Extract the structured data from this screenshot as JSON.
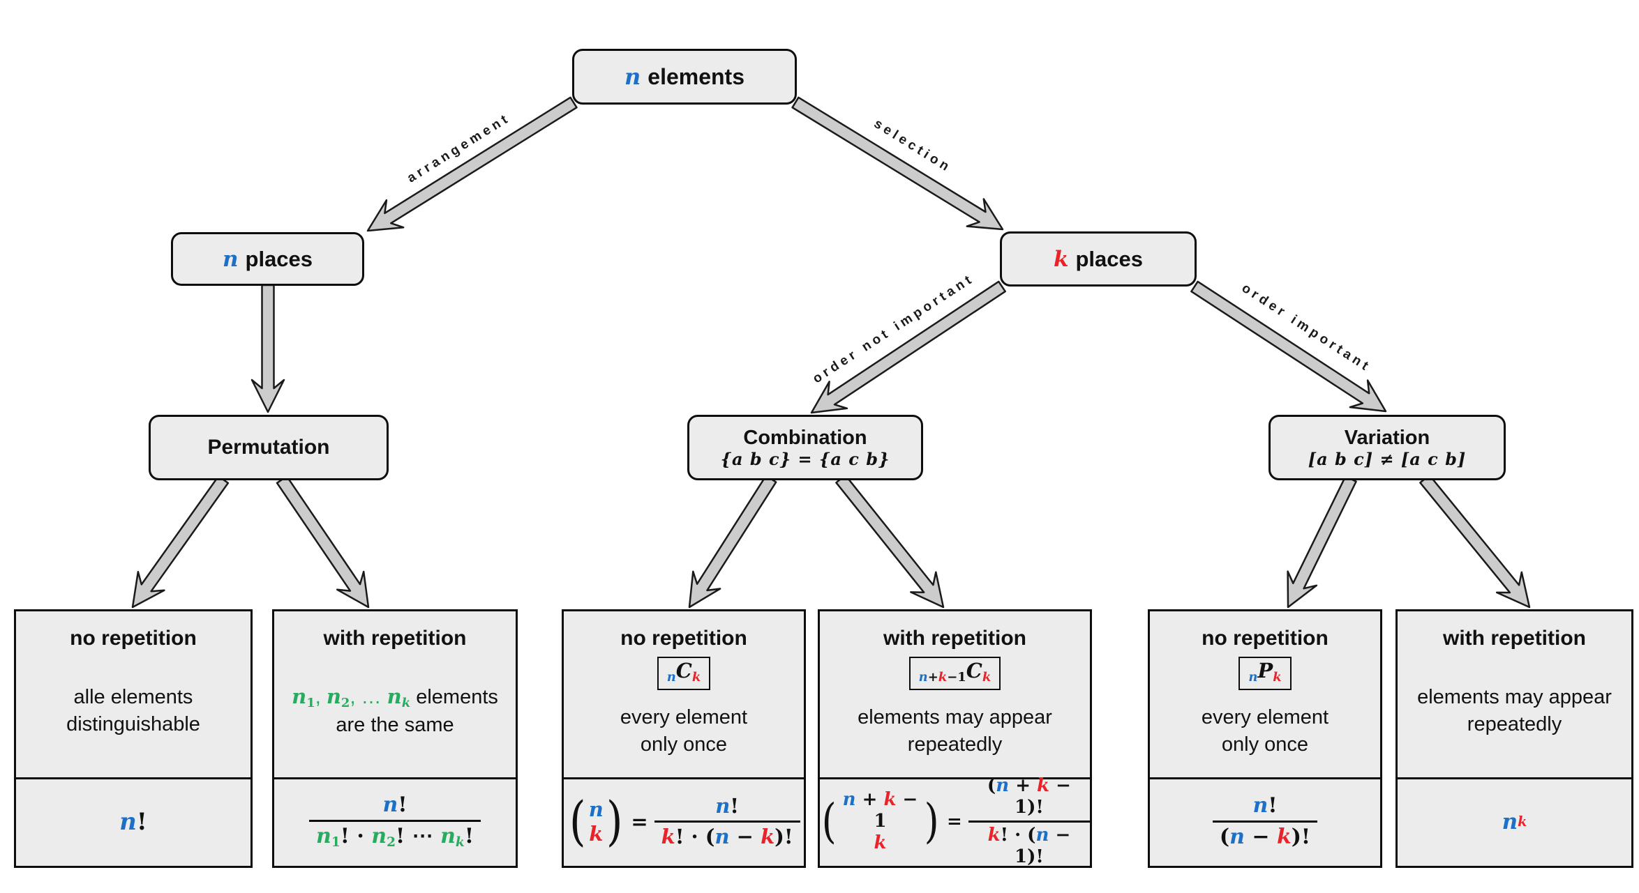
{
  "colors": {
    "blue": "#1c70c8",
    "red": "#e8232a",
    "green": "#29ab5f",
    "box_fill": "#ececec",
    "arrow_fill": "#cccccc",
    "ink": "#111111"
  },
  "nodes": {
    "root": {
      "var": "n",
      "label": "elements"
    },
    "n_places": {
      "var": "n",
      "label": "places"
    },
    "k_places": {
      "var": "k",
      "label": "places"
    },
    "permutation": {
      "title": "Permutation"
    },
    "combination": {
      "title": "Combination",
      "subtitle": "{a b c} = {a c b}"
    },
    "variation": {
      "title": "Variation",
      "subtitle": "[a b c] ≠ [a c b]"
    }
  },
  "edges": {
    "arrangement": "arrangement",
    "selection": "selection",
    "order_not_important": "order not important",
    "order_important": "order important"
  },
  "leaves": [
    {
      "title": "no repetition",
      "symbol": null,
      "desc": [
        [
          [
            "alle elements"
          ]
        ],
        [
          [
            "distinguishable"
          ]
        ]
      ],
      "formula": {
        "kind": "plain",
        "size": 34,
        "tokens": [
          [
            "n",
            "blue",
            "i"
          ],
          [
            "!"
          ]
        ]
      }
    },
    {
      "title": "with repetition",
      "symbol": null,
      "desc": [
        [
          [
            "n",
            "green",
            "i"
          ],
          [
            "1",
            "green",
            "sub"
          ],
          [
            ", ",
            "green"
          ],
          [
            "n",
            "green",
            "i"
          ],
          [
            "2",
            "green",
            "sub"
          ],
          [
            ", … ",
            "green"
          ],
          [
            "n",
            "green",
            "i"
          ],
          [
            "k",
            "green",
            "isub"
          ],
          [
            " elements"
          ]
        ],
        [
          [
            "are the same"
          ]
        ]
      ],
      "formula": {
        "kind": "frac",
        "size": 30,
        "num": [
          [
            "n",
            "blue",
            "i"
          ],
          [
            "!"
          ]
        ],
        "den": [
          [
            "n",
            "green",
            "i"
          ],
          [
            "1",
            "green",
            "sub"
          ],
          [
            "!"
          ],
          [
            " · "
          ],
          [
            "n",
            "green",
            "i"
          ],
          [
            "2",
            "green",
            "sub"
          ],
          [
            "!"
          ],
          [
            " ⋯ "
          ],
          [
            "n",
            "green",
            "i"
          ],
          [
            "k",
            "green",
            "isub"
          ],
          [
            "!"
          ]
        ]
      }
    },
    {
      "title": "no repetition",
      "symbol": [
        [
          "n",
          "blue",
          "isub"
        ],
        [
          "C",
          null,
          "i"
        ],
        [
          "k",
          "red",
          "isub"
        ]
      ],
      "desc": [
        [
          [
            "every element"
          ]
        ],
        [
          [
            "only once"
          ]
        ]
      ],
      "formula": {
        "kind": "binom_eq_frac",
        "size": 29,
        "top": [
          [
            "n",
            "blue",
            "i"
          ]
        ],
        "bottom": [
          [
            "k",
            "red",
            "i"
          ]
        ],
        "num": [
          [
            "n",
            "blue",
            "i"
          ],
          [
            "!"
          ]
        ],
        "den": [
          [
            "k",
            "red",
            "i"
          ],
          [
            "!"
          ],
          [
            " · ("
          ],
          [
            "n",
            "blue",
            "i"
          ],
          [
            " − "
          ],
          [
            "k",
            "red",
            "i"
          ],
          [
            ")!"
          ]
        ]
      }
    },
    {
      "title": "with repetition",
      "symbol": [
        [
          "n",
          "blue",
          "isub"
        ],
        [
          "+",
          null,
          "sub"
        ],
        [
          "k",
          "red",
          "isub"
        ],
        [
          "−1",
          null,
          "sub"
        ],
        [
          "C",
          null,
          "i"
        ],
        [
          "k",
          "red",
          "isub"
        ]
      ],
      "desc": [
        [
          [
            "elements may appear"
          ]
        ],
        [
          [
            "repeatedly"
          ]
        ]
      ],
      "formula": {
        "kind": "binom_eq_frac",
        "size": 26,
        "top": [
          [
            "n",
            "blue",
            "i"
          ],
          [
            " + "
          ],
          [
            "k",
            "red",
            "i"
          ],
          [
            " − 1"
          ]
        ],
        "bottom": [
          [
            "k",
            "red",
            "i"
          ]
        ],
        "num": [
          [
            "("
          ],
          [
            "n",
            "blue",
            "i"
          ],
          [
            " + "
          ],
          [
            "k",
            "red",
            "i"
          ],
          [
            " − 1)!"
          ]
        ],
        "den": [
          [
            "k",
            "red",
            "i"
          ],
          [
            "!"
          ],
          [
            " · ("
          ],
          [
            "n",
            "blue",
            "i"
          ],
          [
            " − 1)!"
          ]
        ]
      }
    },
    {
      "title": "no repetition",
      "symbol": [
        [
          "n",
          "blue",
          "isub"
        ],
        [
          "P",
          null,
          "i"
        ],
        [
          "k",
          "red",
          "isub"
        ]
      ],
      "desc": [
        [
          [
            "every element"
          ]
        ],
        [
          [
            "only once"
          ]
        ]
      ],
      "formula": {
        "kind": "frac",
        "size": 30,
        "num": [
          [
            "n",
            "blue",
            "i"
          ],
          [
            "!"
          ]
        ],
        "den": [
          [
            "("
          ],
          [
            "n",
            "blue",
            "i"
          ],
          [
            " − "
          ],
          [
            "k",
            "red",
            "i"
          ],
          [
            ")!"
          ]
        ]
      }
    },
    {
      "title": "with repetition",
      "symbol": null,
      "desc": [
        [
          [
            "elements may appear"
          ]
        ],
        [
          [
            "repeatedly"
          ]
        ]
      ],
      "formula": {
        "kind": "plain",
        "size": 31,
        "tokens": [
          [
            "n",
            "blue",
            "i"
          ],
          [
            "k",
            "red",
            "isup"
          ]
        ]
      }
    }
  ]
}
